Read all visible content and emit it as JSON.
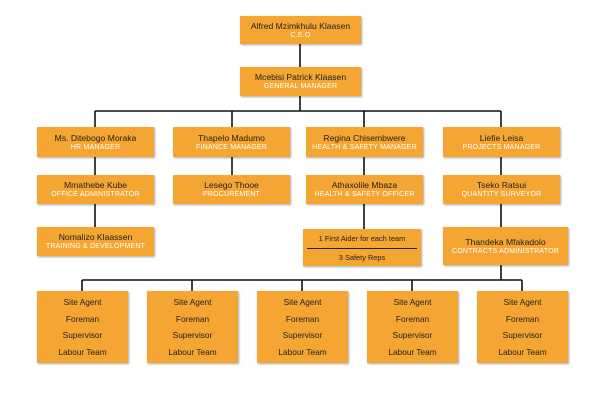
{
  "ceo": {
    "name": "Alfred Mzimkhulu Klaasen",
    "title": "C.E.O"
  },
  "gm": {
    "name": "Mcebisi Patrick Klaasen",
    "title": "GENERAL MANAGER"
  },
  "managers": [
    {
      "name": "Ms. Ditebogo Moraka",
      "title": "HR  MANAGER"
    },
    {
      "name": "Thapelo Madumo",
      "title": "FINANCE MANAGER"
    },
    {
      "name": "Regina Chisembwere",
      "title": "HEALTH & SAFETY MANAGER"
    },
    {
      "name": "Liefie Leisa",
      "title": "PROJECTS MANAGER"
    }
  ],
  "staff": {
    "office_admin": {
      "name": "Mmathebe Kube",
      "title": "OFFICE ADMINISTRATOR"
    },
    "training": {
      "name": "Nomalizo Klaassen",
      "title": "TRAINING & DEVELOPMENT"
    },
    "procurement": {
      "name": "Lesego Thooe",
      "title": "PROCUREMENT"
    },
    "hs_officer": {
      "name": "Athaxolile Mbaza",
      "title": "HEALTH & SAFETY OFFICER"
    },
    "safety_team": [
      "1 First Aider for  each team",
      "3 Safety Reps"
    ],
    "qs": {
      "name": "Tseko Ratsui",
      "title": "QUANTITY SURVEYOR"
    },
    "contracts": {
      "name": "Thandeka Mfakadolo",
      "title": "CONTRACTS ADMINISTRATOR"
    }
  },
  "teams": [
    [
      "Site Agent",
      "Foreman",
      "Supervisor",
      "Labour Team"
    ],
    [
      "Site Agent",
      "Foreman",
      "Supervisor",
      "Labour Team"
    ],
    [
      "Site Agent",
      "Foreman",
      "Supervisor",
      "Labour Team"
    ],
    [
      "Site Agent",
      "Foreman",
      "Supervisor",
      "Labour Team"
    ],
    [
      "Site Agent",
      "Foreman",
      "Supervisor",
      "Labour Team"
    ]
  ],
  "colors": {
    "box": "#f5a532",
    "title_text": "#ffffff",
    "name_text": "#222222",
    "line": "#111111"
  }
}
